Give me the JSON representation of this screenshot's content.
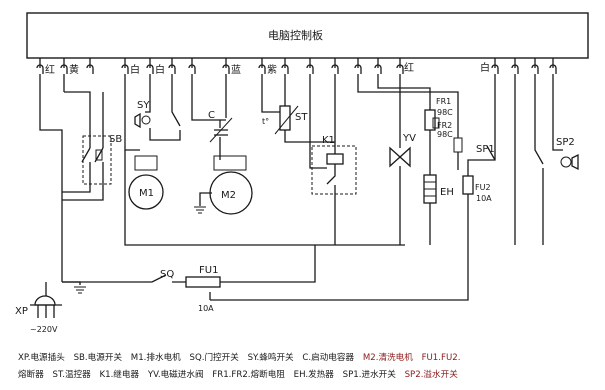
{
  "board_title": "电脑控制板",
  "wire_colors": {
    "red": "红",
    "yellow": "黄",
    "white": "白",
    "blue": "蓝",
    "purple": "紫"
  },
  "components": {
    "XP": "XP",
    "voltage": "~220V",
    "SB": "SB",
    "SY": "SY",
    "M1": "M1",
    "M2": "M2",
    "C": "C",
    "t": "t°",
    "ST": "ST",
    "K1": "K1",
    "YV": "YV",
    "FR1": "FR1",
    "FR1_temp": "98C",
    "FR2": "FR2",
    "FR2_temp": "98C",
    "EH": "EH",
    "SP1": "SP1",
    "SP2": "SP2",
    "FU2": "FU2",
    "FU2_rating": "10A",
    "SQ": "SQ",
    "FU1": "FU1",
    "FU1_rating": "10A"
  },
  "legend": {
    "line1": [
      {
        "text": "XP.电源插头",
        "color": "#1a1a1a"
      },
      {
        "text": "SB.电源开关",
        "color": "#1a1a1a"
      },
      {
        "text": "M1.排水电机",
        "color": "#1a1a1a"
      },
      {
        "text": "SQ.门控开关",
        "color": "#1a1a1a"
      },
      {
        "text": "SY.蜂鸣开关",
        "color": "#1a1a1a"
      },
      {
        "text": "C.启动电容器",
        "color": "#1a1a1a"
      },
      {
        "text": "M2.清洗电机",
        "color": "#8b1a1a"
      },
      {
        "text": "FU1.FU2.",
        "color": "#8b1a1a"
      }
    ],
    "line2": [
      {
        "text": "熔断器",
        "color": "#1a1a1a"
      },
      {
        "text": "ST.温控器",
        "color": "#1a1a1a"
      },
      {
        "text": "K1.继电器",
        "color": "#1a1a1a"
      },
      {
        "text": "YV.电磁进水阀",
        "color": "#1a1a1a"
      },
      {
        "text": "FR1.FR2.熔断电阻",
        "color": "#1a1a1a"
      },
      {
        "text": "EH.发热器",
        "color": "#1a1a1a"
      },
      {
        "text": "SP1.进水开关",
        "color": "#1a1a1a"
      },
      {
        "text": "SP2.溢水开关",
        "color": "#8b1a1a"
      }
    ]
  }
}
